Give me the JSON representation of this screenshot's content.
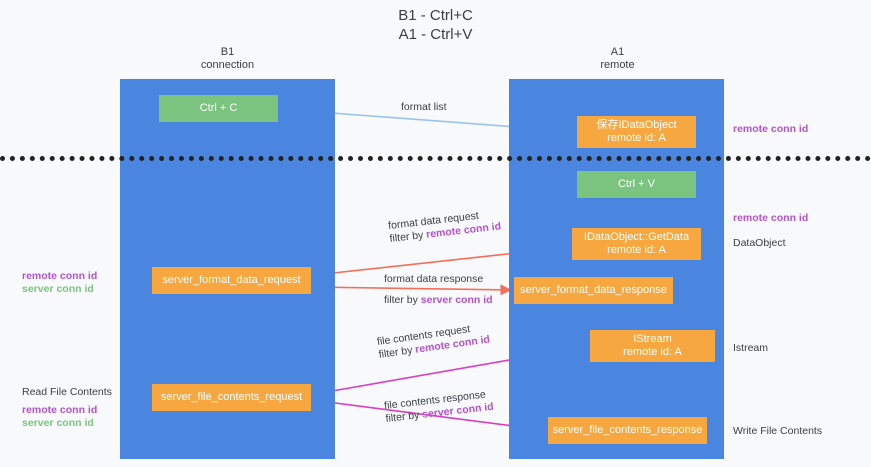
{
  "title": {
    "line1": "B1 - Ctrl+C",
    "line2": "A1 - Ctrl+V"
  },
  "lanes": [
    {
      "name": "B1",
      "subtitle": "connection",
      "color": "#4a86e0"
    },
    {
      "name": "A1",
      "subtitle": "remote",
      "color": "#4a86e0"
    }
  ],
  "nodes": {
    "ctrl_c": {
      "label": "Ctrl + C",
      "color": "#7ac47f"
    },
    "idataobject": {
      "line1": "保存IDataObject",
      "line2": "remote id: A",
      "color": "#f6a73f"
    },
    "ctrl_v": {
      "label": "Ctrl + V",
      "color": "#7ac47f"
    },
    "getdata": {
      "line1": "IDataObject::GetData",
      "line2": "remote id: A",
      "color": "#f6a73f"
    },
    "server_format_data_request": {
      "label": "server_format_data_request",
      "color": "#f6a73f"
    },
    "server_format_data_response": {
      "label": "server_format_data_response",
      "color": "#f6a73f"
    },
    "istream": {
      "line1": "IStream",
      "line2": "remote id: A",
      "color": "#f6a73f"
    },
    "server_file_contents_request": {
      "label": "server_file_contents_request",
      "color": "#f6a73f"
    },
    "server_file_contents_response": {
      "label": "server_file_contents_response",
      "color": "#f6a73f"
    }
  },
  "edges": {
    "format_list": {
      "text": "format list"
    },
    "format_data_request": {
      "text": "format data request",
      "filter_prefix": "filter by ",
      "filter_key": "remote conn id"
    },
    "format_data_response": {
      "text": "format data response",
      "filter_prefix": "filter by ",
      "filter_key": "server conn id"
    },
    "file_contents_request": {
      "text": "file contents request",
      "filter_prefix": "filter by ",
      "filter_key": "remote conn id"
    },
    "file_contents_response": {
      "text": "file contents response",
      "filter_prefix": "filter by ",
      "filter_key": "server conn id"
    }
  },
  "annotations": {
    "right_top_remote_conn_id": "remote conn id",
    "right_mid_remote_conn_id": "remote conn id",
    "right_dataobject": "DataObject",
    "right_istream": "Istream",
    "right_write_file_contents": "Write File Contents",
    "left_remote_conn_id": "remote conn id",
    "left_server_conn_id": "server conn id",
    "left_read_file_contents": "Read File Contents",
    "left_remote_conn_id_2": "remote conn id",
    "left_server_conn_id_2": "server conn id"
  },
  "colors": {
    "lane": "#4a86e0",
    "green_node": "#7ac47f",
    "orange_node": "#f6a73f",
    "purple_text": "#b452cf",
    "green_text": "#7ac47f",
    "arrow_blue": "#9cc3ea",
    "arrow_red": "#f2705a",
    "arrow_magenta": "#d83fc0",
    "arrow_black": "#111111",
    "background": "#f8f9fa"
  }
}
